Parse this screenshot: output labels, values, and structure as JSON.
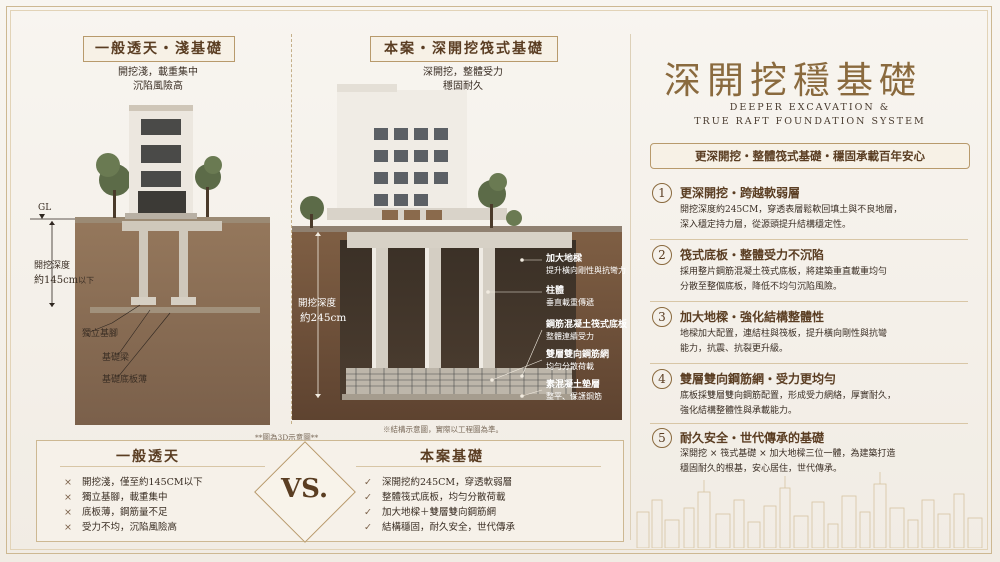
{
  "left": {
    "tag": "一般透天・淺基礎",
    "sub1": "開挖淺，載重集中",
    "sub2": "沉陷風險高",
    "gl": "GL",
    "depth_label1": "開挖深度",
    "depth_value": "約145cm",
    "depth_suffix": "以下",
    "callouts": [
      "獨立基腳",
      "基礎梁",
      "基礎底板薄"
    ],
    "note": "**圖為3D示意圖**"
  },
  "middle": {
    "tag": "本案・深開挖筏式基礎",
    "sub1": "深開挖，整體受力",
    "sub2": "穩固耐久",
    "depth_label1": "開挖深度",
    "depth_value": "約245cm",
    "callouts": [
      {
        "title": "加大地樑",
        "desc": "提升橫向剛性與抗彎力"
      },
      {
        "title": "柱體",
        "desc": "垂直載重傳遞"
      },
      {
        "title": "鋼筋混凝土筏式底板",
        "desc": "整體連續受力"
      },
      {
        "title": "雙層雙向鋼筋網",
        "desc": "均勻分散荷載"
      },
      {
        "title": "素混凝土墊層",
        "desc": "整平、保護鋼筋"
      }
    ],
    "note": "※結構示意圖，實際以工程圖為準。"
  },
  "compare": {
    "left_title": "一般透天",
    "left_mark": "×",
    "left_items": [
      "開挖淺，僅至約145CM以下",
      "獨立基腳，載重集中",
      "底板薄，鋼筋量不足",
      "受力不均，沉陷風險高"
    ],
    "vs": "VS.",
    "right_title": "本案基礎",
    "right_mark": "✓",
    "right_items": [
      "深開挖約245CM，穿透軟弱層",
      "整體筏式底板，均勻分散荷載",
      "加大地樑＋雙層雙向鋼筋網",
      "結構穩固，耐久安全，世代傳承"
    ]
  },
  "right": {
    "title": "深開挖穩基礎",
    "en1": "DEEPER EXCAVATION &",
    "en2": "TRUE RAFT FOUNDATION SYSTEM",
    "pill": "更深開挖・整體筏式基礎・穩固承載百年安心",
    "features": [
      {
        "num": "1",
        "title": "更深開挖・跨越軟弱層",
        "l1": "開挖深度約245CM，穿透表層鬆軟回填土與不良地層，",
        "l2": "深入穩定持力層，從源頭提升結構穩定性。"
      },
      {
        "num": "2",
        "title": "筏式底板・整體受力不沉陷",
        "l1": "採用整片鋼筋混凝土筏式底板，將建築重直載重均勻",
        "l2": "分散至整個底板，降低不均勻沉陷風險。"
      },
      {
        "num": "3",
        "title": "加大地樑・強化結構整體性",
        "l1": "地樑加大配置，連結柱與筏板，提升橫向剛性與抗彎",
        "l2": "能力，抗震、抗裂更升級。"
      },
      {
        "num": "4",
        "title": "雙層雙向鋼筋網・受力更均勻",
        "l1": "底板採雙層雙向鋼筋配置，形成受力網絡，厚實耐久，",
        "l2": "強化結構整體性與承載能力。"
      },
      {
        "num": "5",
        "title": "耐久安全・世代傳承的基礎",
        "l1": "深開挖 × 筏式基礎 × 加大地樑三位一體，為建築打造",
        "l2": "穩固耐久的根基，安心居住，世代傳承。"
      }
    ]
  },
  "colors": {
    "gold": "#8a6a3e",
    "brown": "#5a3d22",
    "soil": "#7a5a3e",
    "paper": "#f4f0ea"
  }
}
